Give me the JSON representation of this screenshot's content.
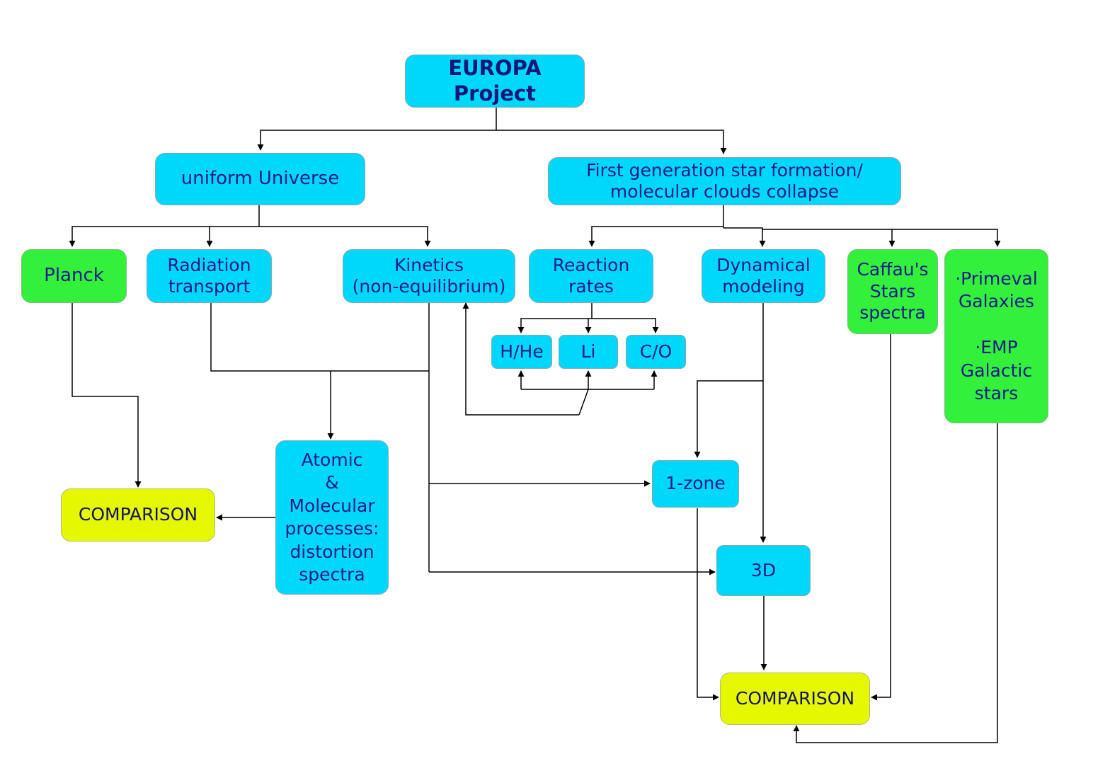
{
  "colors": {
    "node_cyan": "#00d8fb",
    "node_green": "#33f03a",
    "node_yellow": "#e6f800",
    "text": "#1a1a8c",
    "connector": "#000000"
  },
  "nodes": {
    "europa": "EUROPA\nProject",
    "uniform_universe": "uniform Universe",
    "first_generation": "First generation star formation/\nmolecular clouds collapse",
    "planck": "Planck",
    "radiation_transport": "Radiation\ntransport",
    "kinetics": "Kinetics\n(non-equilibrium)",
    "reaction_rates": "Reaction\nrates",
    "dynamical_modeling": "Dynamical\nmodeling",
    "caffau_stars": "Caffau's\nStars\nspectra",
    "primeval_emp": "·Primeval\nGalaxies\n\n·EMP\nGalactic\nstars",
    "h_he": "H/He",
    "li": "Li",
    "c_o": "C/O",
    "atomic_molecular": "Atomic\n&\nMolecular\nprocesses:\ndistortion\nspectra",
    "comparison_left": "COMPARISON",
    "one_zone": "1-zone",
    "three_d": "3D",
    "comparison_right": "COMPARISON"
  }
}
